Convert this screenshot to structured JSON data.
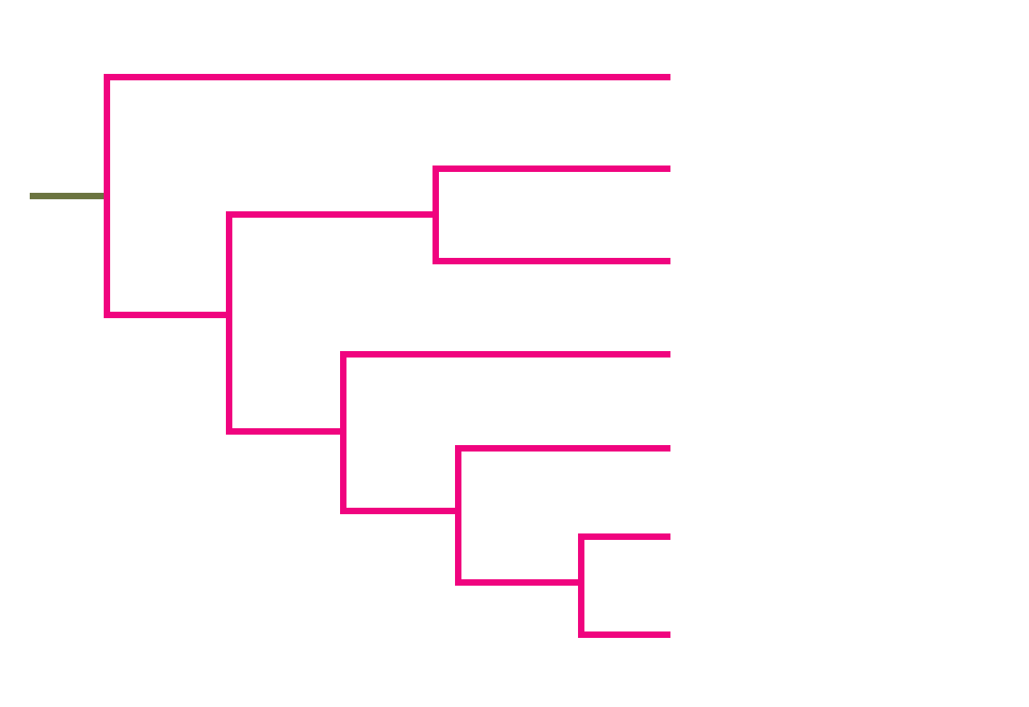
{
  "diagram": {
    "type": "dendrogram",
    "orientation": "left-to-right",
    "leaf_labels_shown": false,
    "colors": {
      "branch": "#F0047F",
      "root_stem": "#6B7440",
      "background": "#FFFFFF"
    },
    "topology": [
      "leaf",
      [
        [
          "leaf",
          "leaf"
        ],
        [
          "leaf",
          [
            "leaf",
            [
              "leaf",
              "leaf"
            ]
          ]
        ]
      ]
    ],
    "leaf_count": 7
  }
}
